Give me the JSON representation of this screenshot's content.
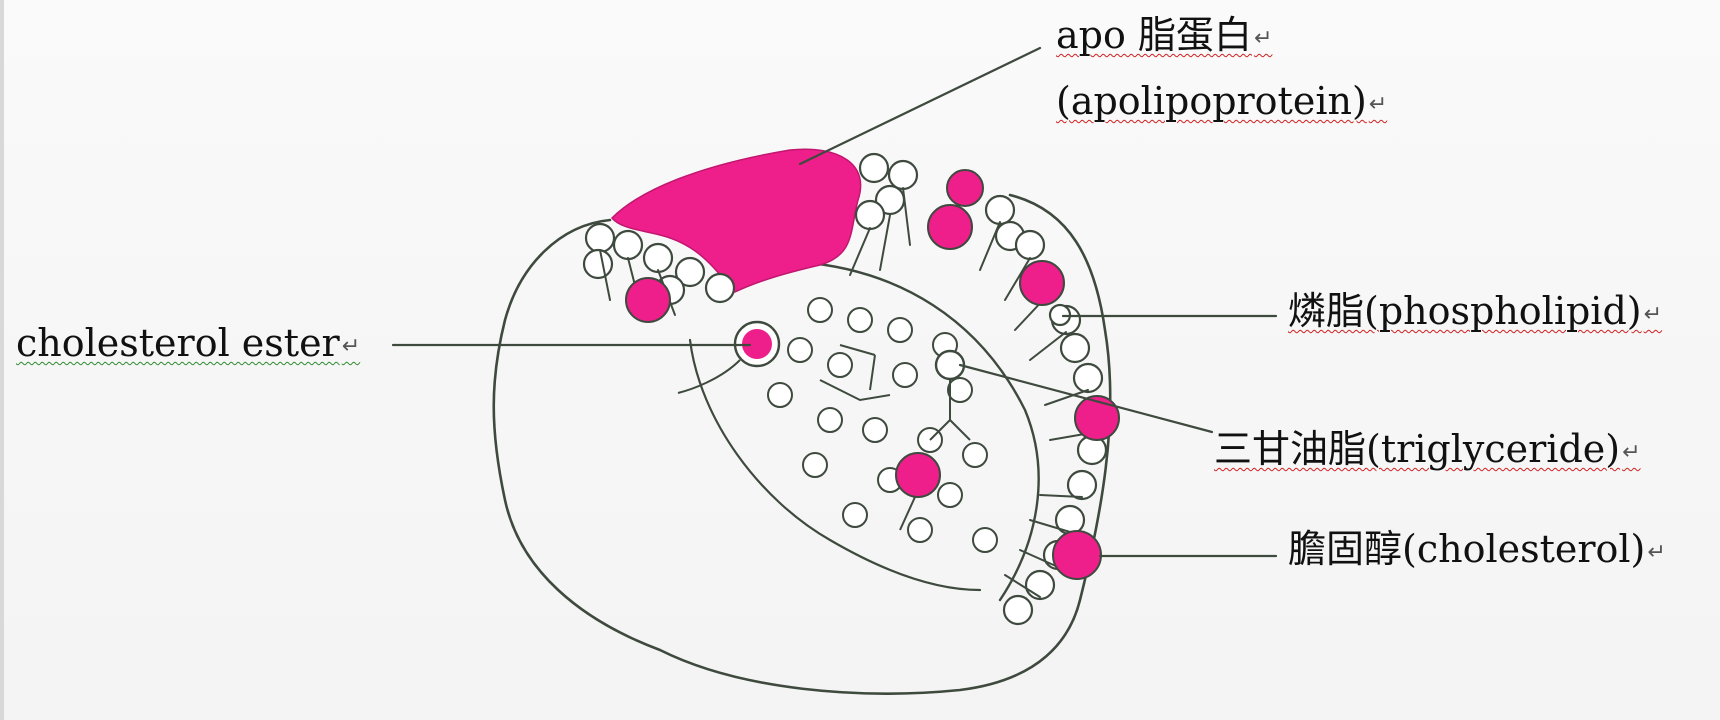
{
  "labels": {
    "apolipoprotein_cn": "apo 脂蛋白",
    "apolipoprotein_en": "(apolipoprotein)",
    "phospholipid": "燐脂(phospholipid)",
    "triglyceride": "三甘油脂(triglyceride)",
    "cholesterol": "膽固醇(cholesterol)",
    "cholesterol_ester": "cholesterol ester"
  },
  "paragraph_mark": "↵",
  "colors": {
    "outline": "#3f4a3f",
    "protein_fill": "#ee1f8a",
    "label_text": "#111111"
  }
}
